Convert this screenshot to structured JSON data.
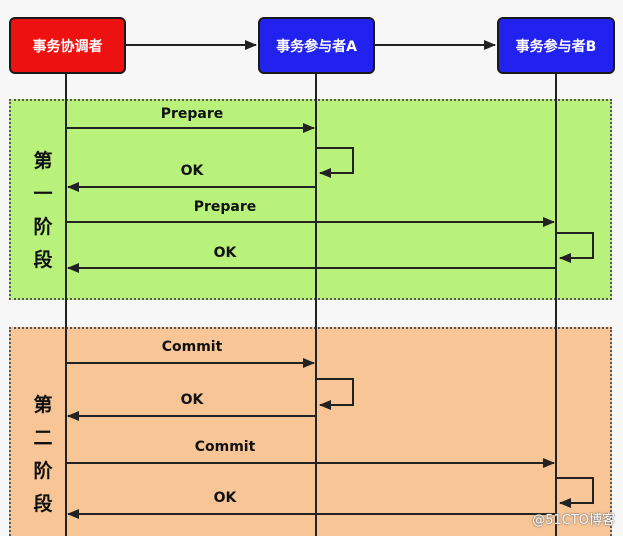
{
  "actors": {
    "coordinator": "事务协调者",
    "participant_a": "事务参与者A",
    "participant_b": "事务参与者B"
  },
  "phases": {
    "phase1": {
      "chars": [
        "第",
        "一",
        "阶",
        "段"
      ]
    },
    "phase2": {
      "chars": [
        "第",
        "二",
        "阶",
        "段"
      ]
    }
  },
  "messages": {
    "m1": "Prepare",
    "m2": "OK",
    "m3": "Prepare",
    "m4": "OK",
    "m5": "Commit",
    "m6": "OK",
    "m7": "Commit",
    "m8": "OK"
  },
  "watermark": "@51CTO博客",
  "colors": {
    "coordinator": "#ee1111",
    "participant": "#2222f0",
    "phase1_bg": "#b8f27a",
    "phase2_bg": "#f8c596",
    "line": "#222222"
  }
}
